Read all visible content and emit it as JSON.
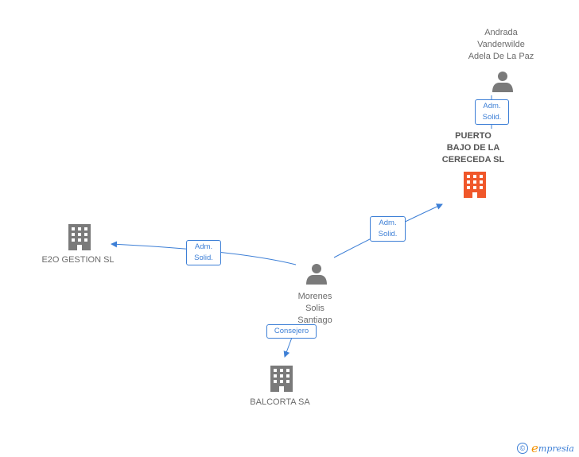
{
  "colors": {
    "edge": "#3d7fd6",
    "person": "#7a7a7a",
    "company": "#7a7a7a",
    "main_company": "#f0572a"
  },
  "nodes": {
    "andrada": {
      "name": "Andrada\nVanderwilde\nAdela De La Paz",
      "type": "person"
    },
    "puerto": {
      "name": "PUERTO\nBAJO DE LA\nCERECEDA SL",
      "type": "company-main"
    },
    "e2o": {
      "name": "E2O GESTION SL",
      "type": "company"
    },
    "morenes": {
      "name": "Morenes\nSolis\nSantiago",
      "type": "person"
    },
    "balcorta": {
      "name": "BALCORTA SA",
      "type": "company"
    }
  },
  "edges": {
    "andrada_puerto": {
      "label": "Adm.\nSolid."
    },
    "morenes_puerto": {
      "label": "Adm.\nSolid."
    },
    "morenes_e2o": {
      "label": "Adm.\nSolid."
    },
    "morenes_balcorta": {
      "label": "Consejero"
    }
  },
  "footer": {
    "copyright": "©",
    "brand_initial": "e",
    "brand_rest": "mpresia"
  }
}
